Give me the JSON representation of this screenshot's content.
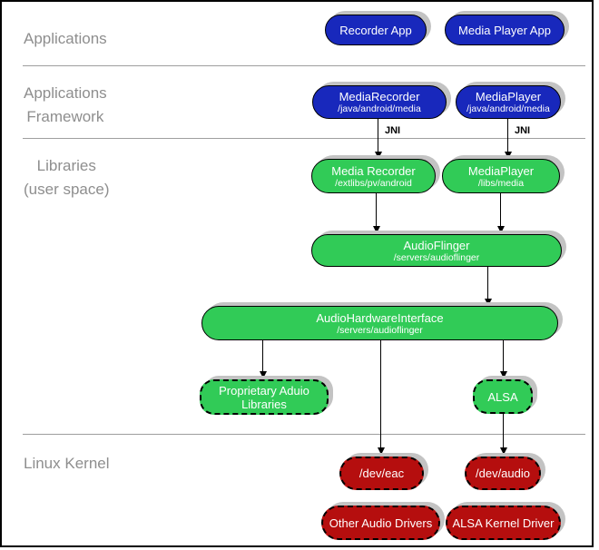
{
  "colors": {
    "blue": "#1828bc",
    "green": "#31cb57",
    "red": "#b50e0e",
    "shadow": "#c3c3c3",
    "label_gray": "#8e8e8e",
    "divider": "#9e9e9e",
    "line": "#000000"
  },
  "layers": {
    "applications": "Applications",
    "applications_framework": "Applications\nFramework",
    "libraries": "Libraries\n(user space)",
    "linux_kernel": "Linux Kernel"
  },
  "nodes": {
    "recorder_app": {
      "label": "Recorder App"
    },
    "media_player_app": {
      "label": "Media Player App"
    },
    "media_recorder_fw": {
      "label": "MediaRecorder",
      "sublabel": "/java/android/media"
    },
    "media_player_fw": {
      "label": "MediaPlayer",
      "sublabel": "/java/android/media"
    },
    "media_recorder_lib": {
      "label": "Media Recorder",
      "sublabel": "/extlibs/pv/android"
    },
    "media_player_lib": {
      "label": "MediaPlayer",
      "sublabel": "/libs/media"
    },
    "audio_flinger": {
      "label": "AudioFlinger",
      "sublabel": "/servers/audioflinger"
    },
    "audio_hardware_interface": {
      "label": "AudioHardwareInterface",
      "sublabel": "/servers/audioflinger"
    },
    "proprietary_audio_libraries": {
      "label": "Proprietary Aduio\nLibraries"
    },
    "alsa": {
      "label": "ALSA"
    },
    "dev_eac": {
      "label": "/dev/eac"
    },
    "dev_audio": {
      "label": "/dev/audio"
    },
    "other_audio_drivers": {
      "label": "Other Audio Drivers"
    },
    "alsa_kernel_driver": {
      "label": "ALSA Kernel Driver"
    }
  },
  "annotations": {
    "jni": "JNI"
  }
}
